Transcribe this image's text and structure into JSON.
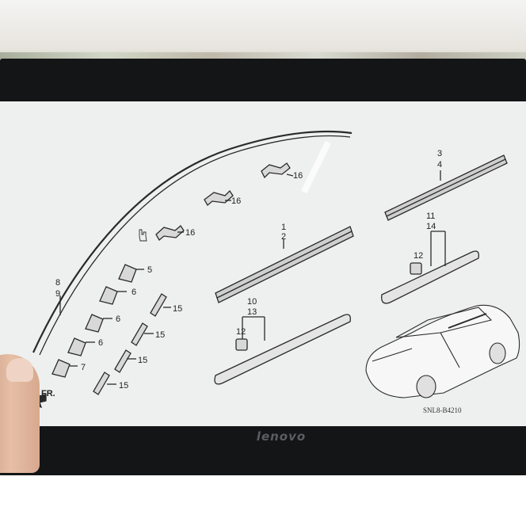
{
  "labels": {
    "l1": "1",
    "l2": "2",
    "l3": "3",
    "l4": "4",
    "l5": "5",
    "l6a": "6",
    "l6b": "6",
    "l6c": "6",
    "l7": "7",
    "l8": "8",
    "l9": "9",
    "l10": "10",
    "l11": "11",
    "l12a": "12",
    "l12b": "12",
    "l13": "13",
    "l14": "14",
    "l15a": "15",
    "l15b": "15",
    "l15c": "15",
    "l15d": "15",
    "l16a": "16",
    "l16b": "16",
    "l16c": "16"
  },
  "front_mark": "FR.",
  "diagram_code": "SNL8-B4210",
  "monitor_brand": "lenovo",
  "colors": {
    "line": "#2a2a2a",
    "screen": "#eef0ef",
    "bezel": "#141516"
  }
}
